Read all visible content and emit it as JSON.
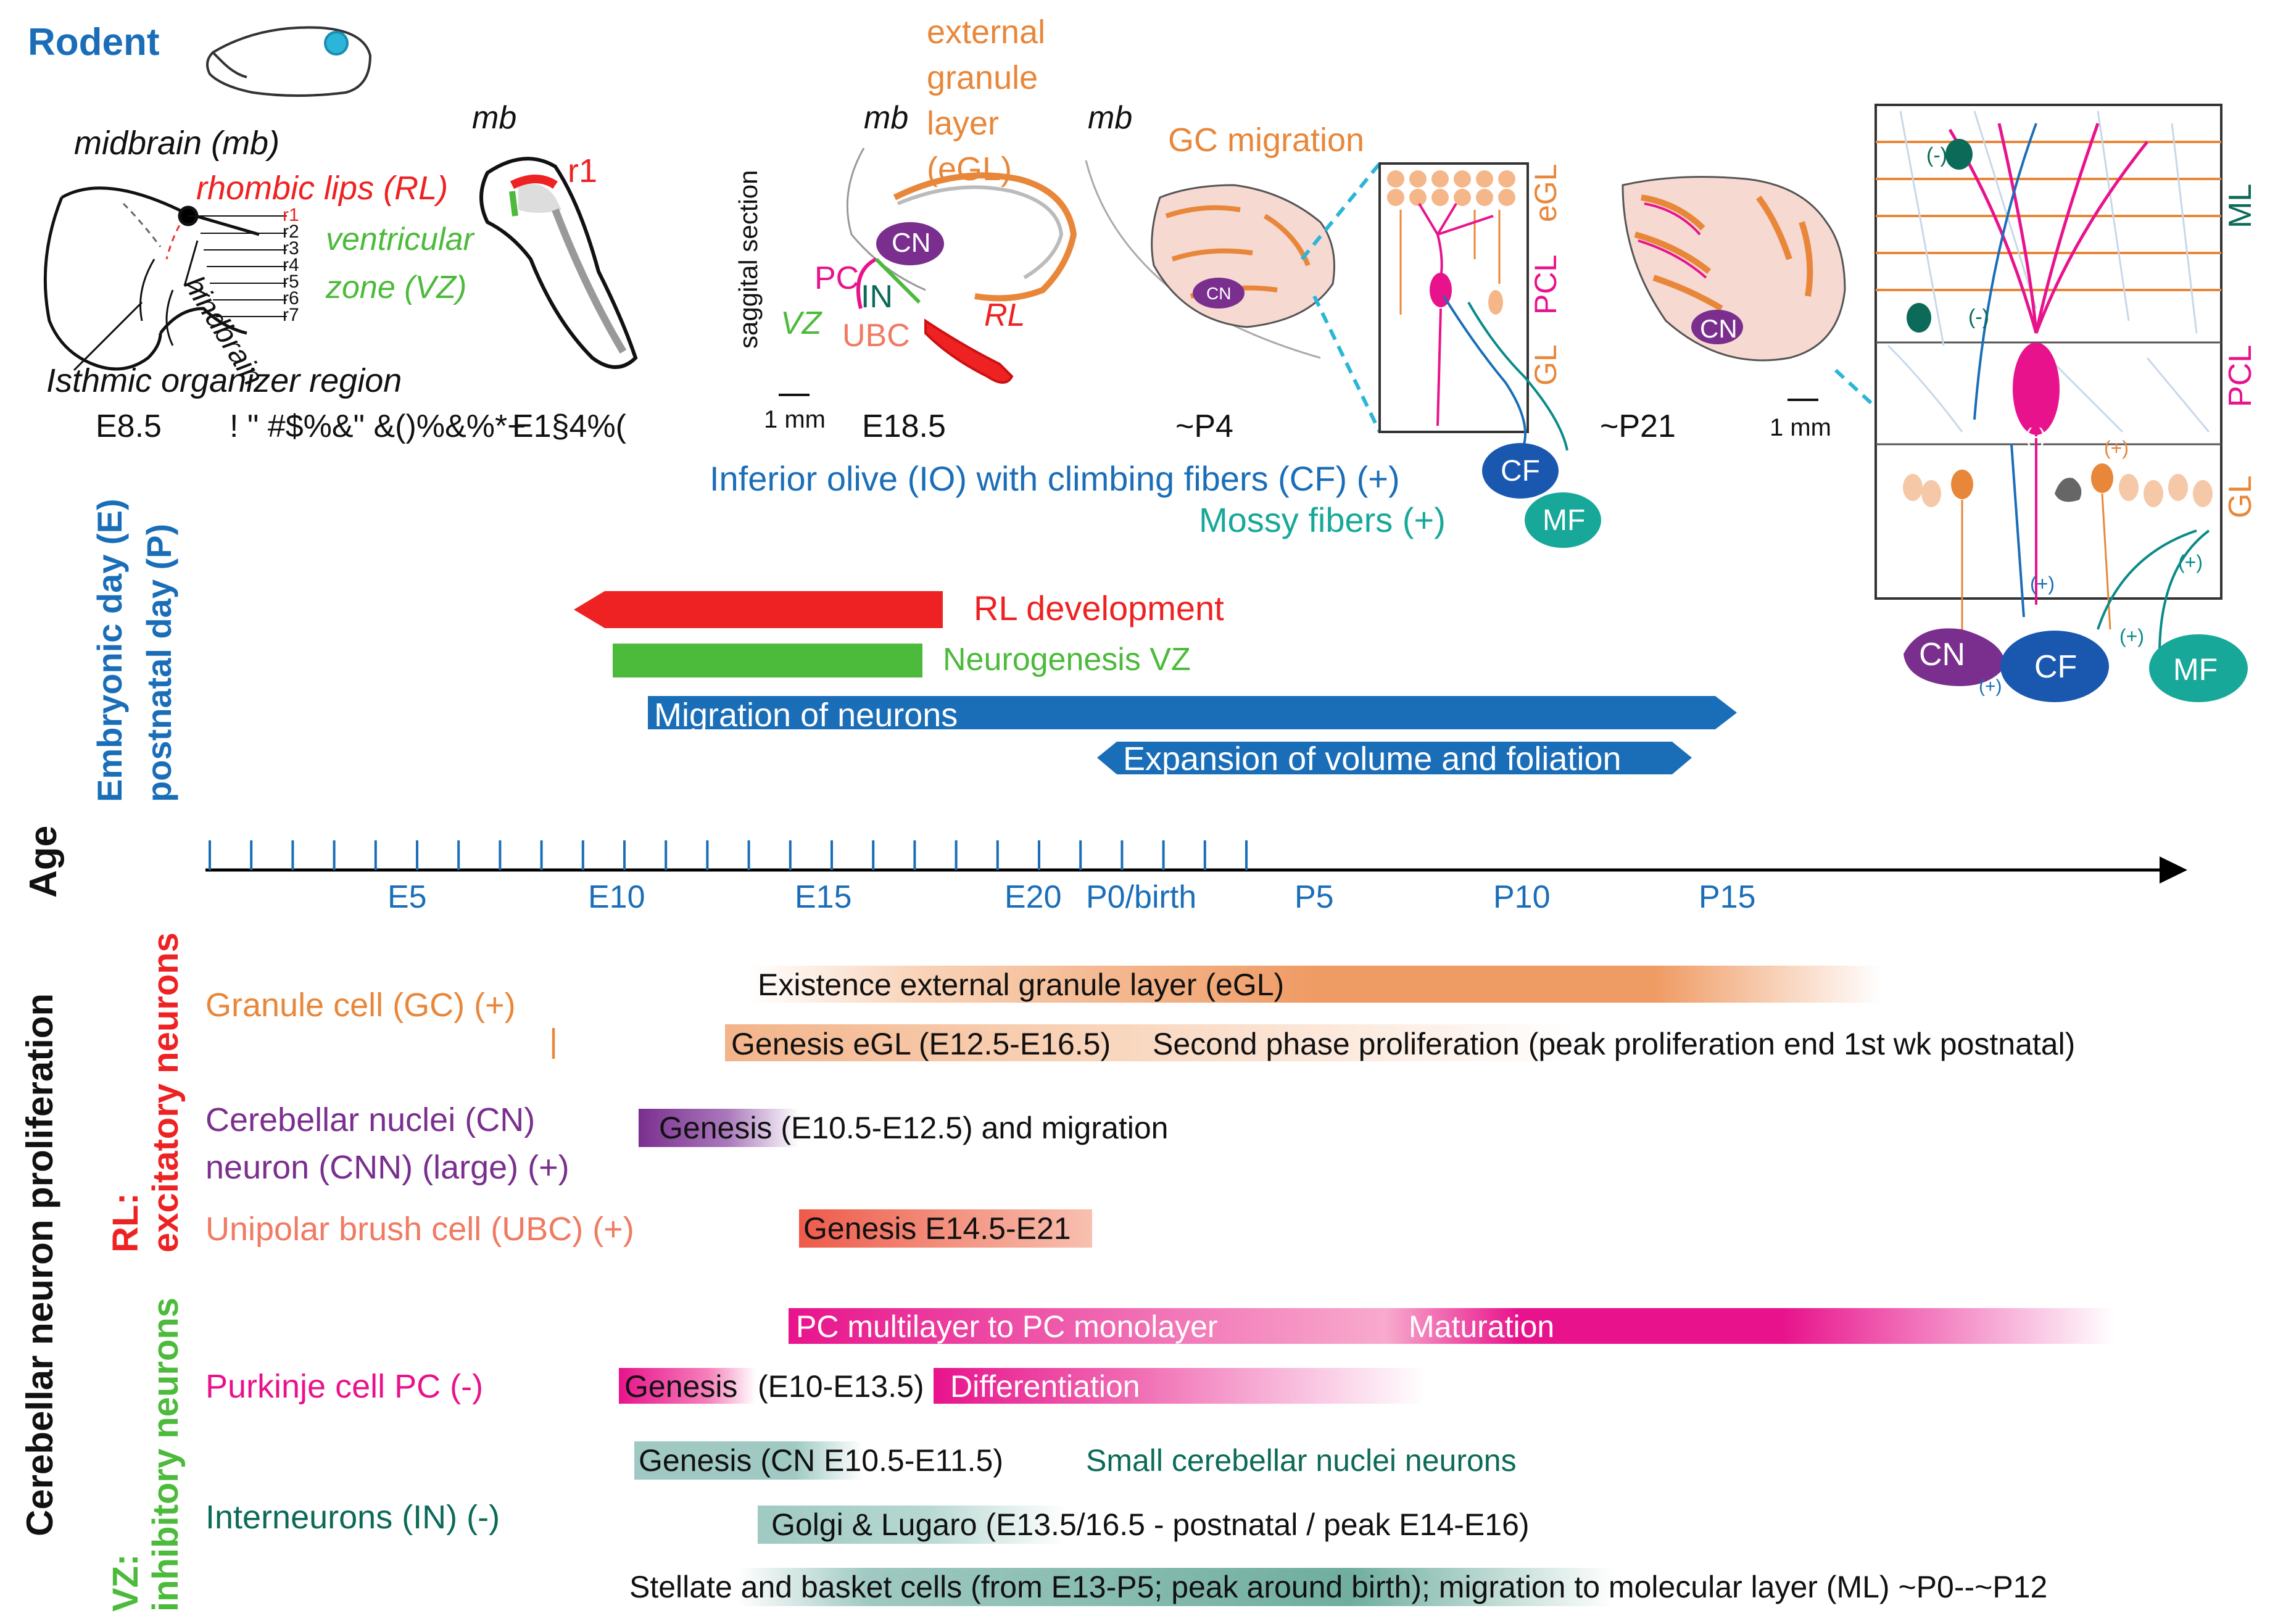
{
  "panel_top": {
    "species_label": "Rodent",
    "midbrain_label": "midbrain (mb)",
    "mb_short": "mb",
    "rhombic_lips_label": "rhombic lips (RL)",
    "ventricular_zone_label_1": "ventricular",
    "ventricular_zone_label_2": "zone (VZ)",
    "hindbrain_label": "hindbrain",
    "rhombomeres": [
      "r1",
      "r2",
      "r3",
      "r4",
      "r5",
      "r6",
      "r7"
    ],
    "r1_label": "r1",
    "isthmic_label": "Isthmic organizer region",
    "age_e85": "E8.5",
    "garbled_text_1": "! \" #$%&\" &()%&%*+",
    "garbled_text_2": "E1§4%(",
    "egl_label_lines": [
      "external",
      "granule",
      "layer",
      "(eGL)"
    ],
    "sagittal_label": "saggital section",
    "vz_label": "VZ",
    "pc_label": "PC",
    "in_label": "IN",
    "ubc_label": "UBC",
    "cn_label": "CN",
    "rl_label": "RL",
    "scale_label": "1 mm",
    "age_e185": "E18.5",
    "gc_migration_label": "GC migration",
    "age_p4": "~P4",
    "inset_egl": "eGL",
    "inset_pcl": "PCL",
    "inset_gl": "GL",
    "cf_label": "CF",
    "mf_label": "MF",
    "age_p21": "~P21",
    "io_label": "Inferior olive (IO) with climbing fibers (CF) (+)",
    "mossy_label": "Mossy fibers (+)",
    "ml_label": "ML",
    "pcl_label": "PCL",
    "gl_label": "GL",
    "minus": "(-)",
    "plus": "(+)"
  },
  "axis": {
    "side_label_1": "Embryonic day (E)",
    "side_label_2": "postnatal day (P)",
    "age_label": "Age",
    "ticks": [
      "E5",
      "E10",
      "E15",
      "E20",
      "P0/birth",
      "P5",
      "P10",
      "P15"
    ]
  },
  "arrows": {
    "rl_dev": "RL development",
    "neurogenesis": "Neurogenesis VZ",
    "migration": "Migration of neurons",
    "expansion": "Expansion of volume and foliation"
  },
  "proliferation": {
    "side_label": "Cerebellar neuron proliferation",
    "rl_group_1": "RL:",
    "rl_group_2": "excitatory neurons",
    "vz_group_1": "VZ:",
    "vz_group_2": "inhibitory neurons",
    "cells": {
      "gc": "Granule cell (GC) (+)",
      "gc_mark": "|",
      "cn_1": "Cerebellar nuclei (CN)",
      "cn_2": "neuron (CNN) (large) (+)",
      "ubc": "Unipolar brush cell (UBC) (+)",
      "pc": "Purkinje cell PC (-)",
      "in": "Interneurons (IN) (-)"
    },
    "bars": {
      "egl_existence": "Existence external granule layer (eGL)",
      "egl_genesis": "Genesis eGL (E12.5-E16.5)",
      "egl_second": "Second phase proliferation (peak proliferation end 1st wk postnatal)",
      "cn_genesis": "Genesis (E10.5-E12.5) and migration",
      "ubc_genesis": "Genesis E14.5-E21",
      "pc_multilayer": "PC multilayer to PC monolayer",
      "pc_maturation": "Maturation",
      "pc_genesis": "Genesis",
      "pc_genesis_range": "(E10-E13.5)",
      "pc_diff": "Differentiation",
      "in_genesis": "Genesis (CN E10.5-E11.5)",
      "in_small": "Small cerebellar nuclei neurons",
      "golgi": "Golgi & Lugaro (E13.5/16.5 - postnatal / peak E14-E16)",
      "stellate": "Stellate and basket cells (from E13-P5; peak around birth); migration to molecular layer (ML) ~P0--~P12"
    }
  },
  "colors": {
    "blue": "#1a6eb8",
    "red": "#ee2222",
    "green": "#4cba3a",
    "orange": "#e8873a",
    "purple": "#7a2f8f",
    "pink": "#e8138c",
    "teal": "#0b6a58",
    "salmon": "#f07a62"
  }
}
